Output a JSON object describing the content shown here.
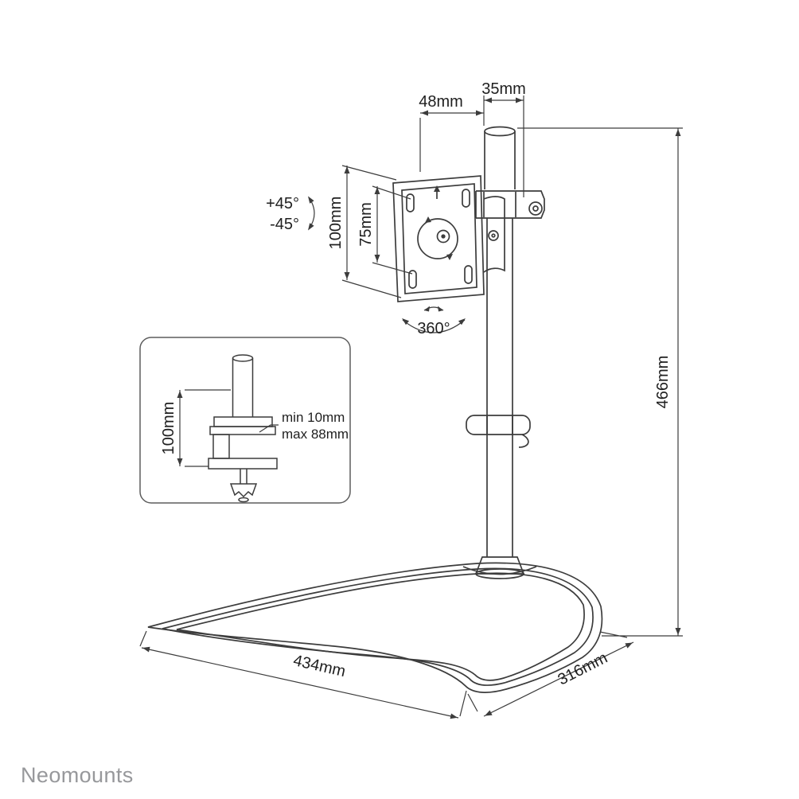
{
  "brand": "Neomounts",
  "diagram": {
    "labels": {
      "top_width": "48mm",
      "pole_diameter": "35mm",
      "vesa_outer": "100mm",
      "vesa_inner": "75mm",
      "tilt_plus": "+45°",
      "tilt_minus": "-45°",
      "rotation": "360°",
      "total_height": "466mm",
      "base_width": "434mm",
      "base_depth": "316mm",
      "clamp_height": "100mm",
      "clamp_min": "min 10mm",
      "clamp_max": "max 88mm"
    },
    "colors": {
      "line": "#3c3c3c",
      "text": "#1f1f1f",
      "brand": "#97989b"
    }
  }
}
